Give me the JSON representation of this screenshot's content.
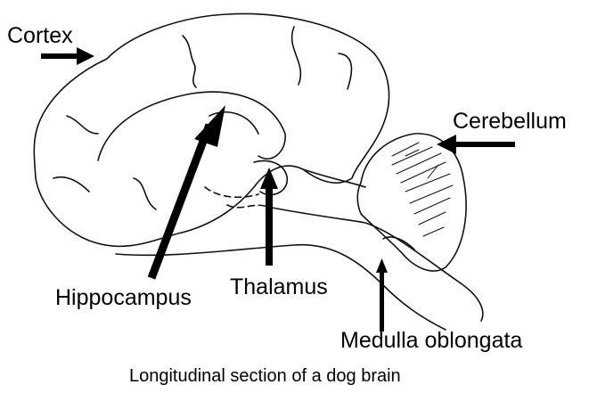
{
  "labels": {
    "cortex": "Cortex",
    "cerebellum": "Cerebellum",
    "hippocampus": "Hippocampus",
    "thalamus": "Thalamus",
    "medulla": "Medulla oblongata"
  },
  "caption": "Longitudinal section of a dog brain",
  "colors": {
    "ink": "#000000",
    "background": "#ffffff"
  }
}
